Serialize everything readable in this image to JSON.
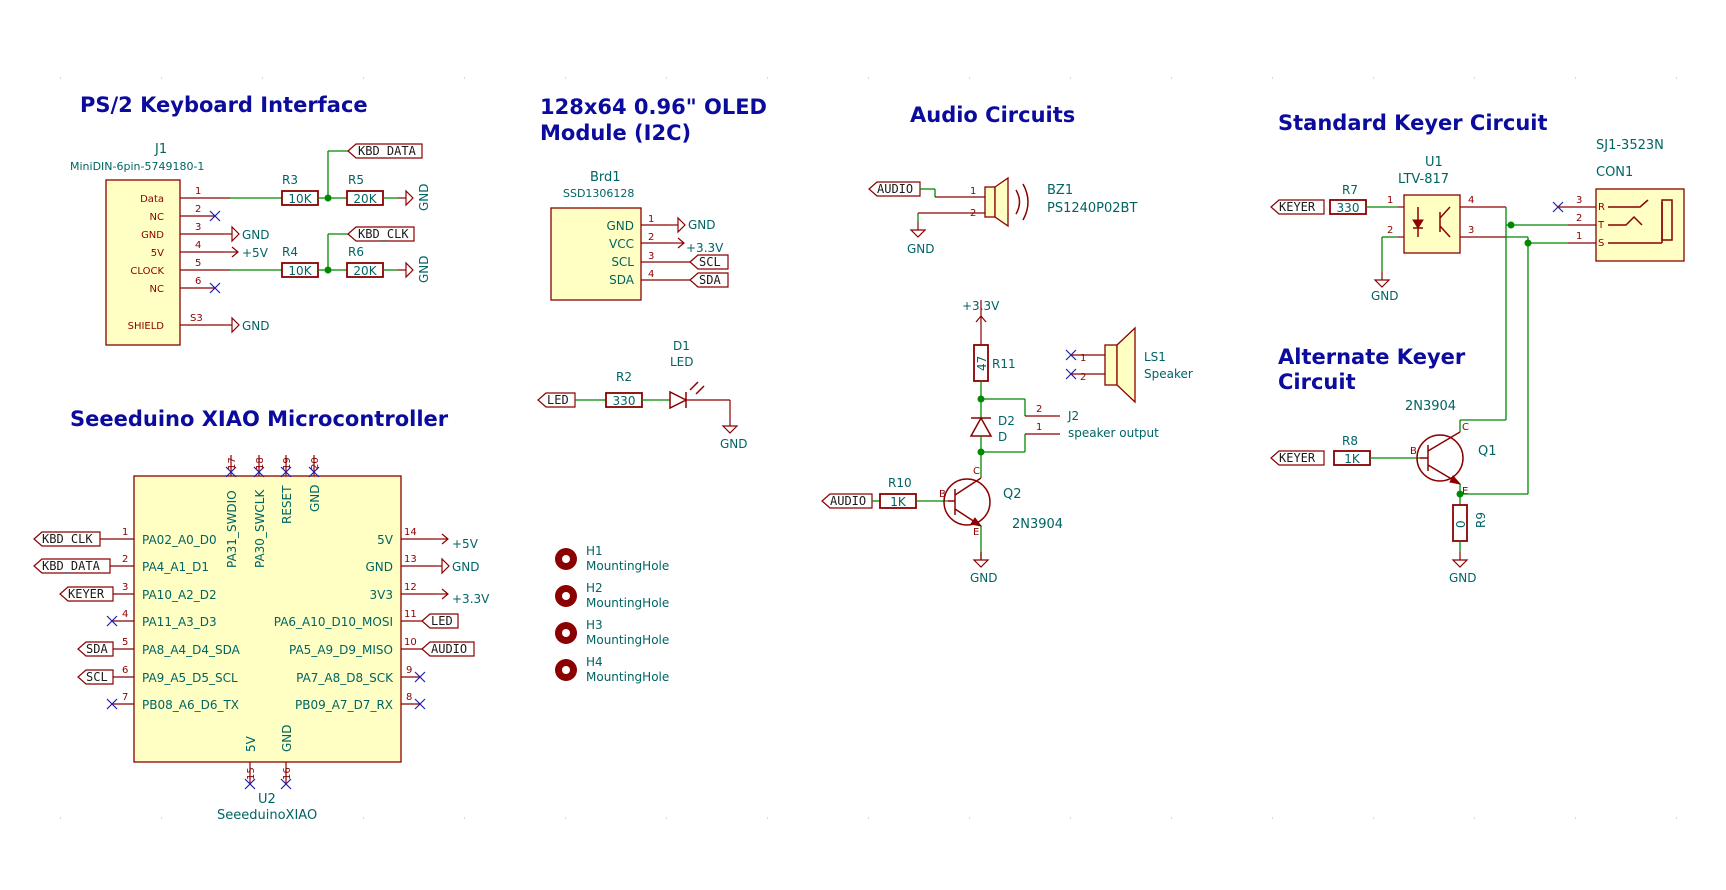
{
  "sections": {
    "ps2": "PS/2 Keyboard Interface",
    "oled_1": "128x64 0.96\" OLED",
    "oled_2": "Module (I2C)",
    "audio": "Audio Circuits",
    "std_keyer": "Standard Keyer Circuit",
    "alt_keyer_1": "Alternate Keyer",
    "alt_keyer_2": "Circuit",
    "mcu": "Seeeduino XIAO Microcontroller"
  },
  "j1": {
    "ref": "J1",
    "value": "MiniDIN-6pin-5749180-1",
    "pins": [
      {
        "name": "Data",
        "num": "1"
      },
      {
        "name": "NC",
        "num": "2"
      },
      {
        "name": "GND",
        "num": "3"
      },
      {
        "name": "5V",
        "num": "4"
      },
      {
        "name": "CLOCK",
        "num": "5"
      },
      {
        "name": "NC",
        "num": "6"
      },
      {
        "name": "SHIELD",
        "num": "S3"
      }
    ]
  },
  "r3": {
    "ref": "R3",
    "value": "10K"
  },
  "r5": {
    "ref": "R5",
    "value": "20K"
  },
  "r4": {
    "ref": "R4",
    "value": "10K"
  },
  "r6": {
    "ref": "R6",
    "value": "20K"
  },
  "labels": {
    "kbd_data": "KBD_DATA",
    "kbd_clk": "KBD_CLK",
    "sda": "SDA",
    "scl": "SCL",
    "led": "LED",
    "audio": "AUDIO",
    "keyer": "KEYER"
  },
  "power": {
    "gnd": "GND",
    "v5": "+5V",
    "v33": "+3.3V"
  },
  "brd1": {
    "ref": "Brd1",
    "value": "SSD1306128",
    "pins": [
      {
        "name": "GND",
        "num": "1"
      },
      {
        "name": "VCC",
        "num": "2"
      },
      {
        "name": "SCL",
        "num": "3"
      },
      {
        "name": "SDA",
        "num": "4"
      }
    ]
  },
  "r2": {
    "ref": "R2",
    "value": "330"
  },
  "d1": {
    "ref": "D1",
    "value": "LED"
  },
  "holes": [
    {
      "ref": "H1",
      "value": "MountingHole"
    },
    {
      "ref": "H2",
      "value": "MountingHole"
    },
    {
      "ref": "H3",
      "value": "MountingHole"
    },
    {
      "ref": "H4",
      "value": "MountingHole"
    }
  ],
  "bz1": {
    "ref": "BZ1",
    "value": "PS1240P02BT"
  },
  "ls1": {
    "ref": "LS1",
    "value": "Speaker"
  },
  "r11": {
    "ref": "R11",
    "value": "47"
  },
  "d2": {
    "ref": "D2",
    "value": "D"
  },
  "j2": {
    "ref": "J2",
    "value": "speaker output"
  },
  "r10": {
    "ref": "R10",
    "value": "1K"
  },
  "q2": {
    "ref": "Q2",
    "value": "2N3904"
  },
  "u1": {
    "ref": "U1",
    "value": "LTV-817"
  },
  "r7": {
    "ref": "R7",
    "value": "330"
  },
  "con1": {
    "ref": "CON1",
    "value": "SJ1-3523N",
    "pins": [
      "R",
      "T",
      "S"
    ]
  },
  "q1": {
    "ref": "Q1",
    "value": "2N3904"
  },
  "r8": {
    "ref": "R8",
    "value": "1K"
  },
  "r9": {
    "ref": "R9",
    "value": "0"
  },
  "u2": {
    "ref": "U2",
    "value": "SeeeduinoXIAO",
    "left_pins": [
      {
        "name": "PA02_A0_D0",
        "num": "1"
      },
      {
        "name": "PA4_A1_D1",
        "num": "2"
      },
      {
        "name": "PA10_A2_D2",
        "num": "3"
      },
      {
        "name": "PA11_A3_D3",
        "num": "4"
      },
      {
        "name": "PA8_A4_D4_SDA",
        "num": "5"
      },
      {
        "name": "PA9_A5_D5_SCL",
        "num": "6"
      },
      {
        "name": "PB08_A6_D6_TX",
        "num": "7"
      }
    ],
    "right_pins": [
      {
        "name": "5V",
        "num": "14"
      },
      {
        "name": "GND",
        "num": "13"
      },
      {
        "name": "3V3",
        "num": "12"
      },
      {
        "name": "PA6_A10_D10_MOSI",
        "num": "11"
      },
      {
        "name": "PA5_A9_D9_MISO",
        "num": "10"
      },
      {
        "name": "PA7_A8_D8_SCK",
        "num": "9"
      },
      {
        "name": "PB09_A7_D7_RX",
        "num": "8"
      }
    ],
    "top_pins": [
      {
        "name": "PA31_SWDIO",
        "num": "17"
      },
      {
        "name": "PA30_SWCLK",
        "num": "18"
      },
      {
        "name": "RESET",
        "num": "19"
      },
      {
        "name": "GND",
        "num": "20"
      }
    ],
    "bottom_pins": [
      {
        "name": "5V",
        "num": "15"
      },
      {
        "name": "GND",
        "num": "16"
      }
    ]
  }
}
